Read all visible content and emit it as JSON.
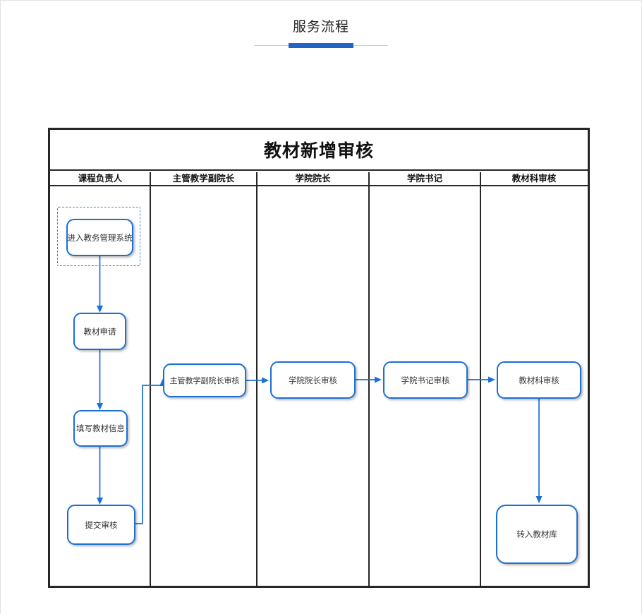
{
  "page": {
    "title": "服务流程"
  },
  "colors": {
    "accent_blue": "#1b70d6",
    "underline_bar": "#2263c5",
    "underline_line": "#bdd3ec",
    "table_border": "#262626"
  },
  "diagram": {
    "title": "教材新增审核",
    "lanes": [
      {
        "label": "课程负责人"
      },
      {
        "label": "主管教学副院长"
      },
      {
        "label": "学院院长"
      },
      {
        "label": "学院书记"
      },
      {
        "label": "教材科审核"
      }
    ],
    "nodes": [
      {
        "id": "enter-system",
        "label": "进入教务管理系统",
        "lane": "课程负责人"
      },
      {
        "id": "apply",
        "label": "教材申请",
        "lane": "课程负责人"
      },
      {
        "id": "fill-info",
        "label": "填写教材信息",
        "lane": "课程负责人"
      },
      {
        "id": "submit-review",
        "label": "提交审核",
        "lane": "课程负责人"
      },
      {
        "id": "vice-dean-review",
        "label": "主管教学副院长审核",
        "lane": "主管教学副院长"
      },
      {
        "id": "dean-review",
        "label": "学院院长审核",
        "lane": "学院院长"
      },
      {
        "id": "secretary-review",
        "label": "学院书记审核",
        "lane": "学院书记"
      },
      {
        "id": "textbook-review",
        "label": "教材科审核",
        "lane": "教材科审核"
      },
      {
        "id": "to-library",
        "label": "转入教材库",
        "lane": "教材科审核"
      }
    ],
    "edges": [
      {
        "from": "进入教务管理系统",
        "to": "教材申请"
      },
      {
        "from": "教材申请",
        "to": "填写教材信息"
      },
      {
        "from": "填写教材信息",
        "to": "提交审核"
      },
      {
        "from": "提交审核",
        "to": "主管教学副院长审核"
      },
      {
        "from": "主管教学副院长审核",
        "to": "学院院长审核"
      },
      {
        "from": "学院院长审核",
        "to": "学院书记审核"
      },
      {
        "from": "学院书记审核",
        "to": "教材科审核"
      },
      {
        "from": "教材科审核",
        "to": "转入教材库"
      }
    ]
  }
}
